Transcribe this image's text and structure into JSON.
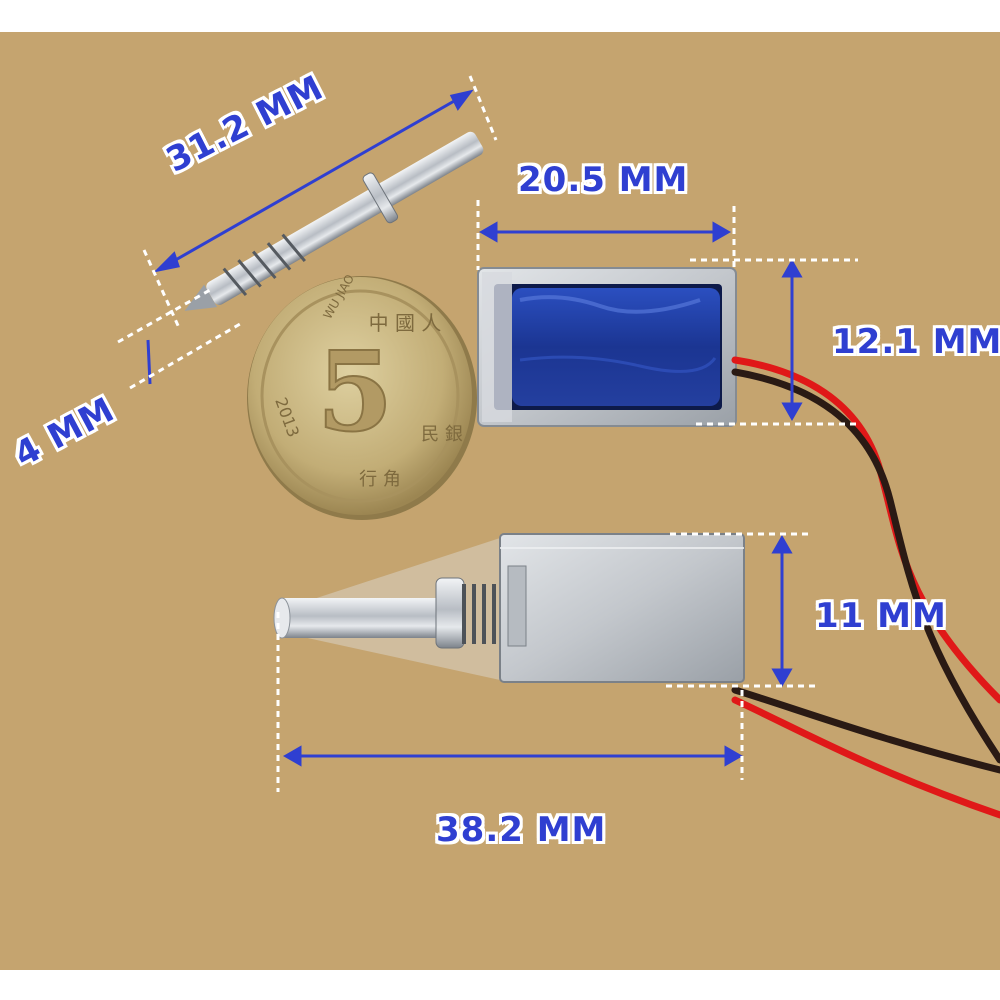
{
  "photo": {
    "colors": {
      "background_cardboard": "#c9a873",
      "coil_blue": "#1e3a9e",
      "steel": "#c8ccd2",
      "coin_gold": "#c9b27a",
      "wire_red": "#e01818",
      "wire_black": "#2a1a14",
      "annotation_blue": "#2f3fd1"
    },
    "coin": {
      "denomination": "5",
      "year": "2013",
      "chars_top": "中 國 人",
      "chars_right": "民 銀",
      "chars_bottom": "行 角",
      "pinyin": "WU JIAO"
    }
  },
  "dimensions": {
    "pin_length": "31.2 MM",
    "pin_diameter": "4 MM",
    "body_width": "20.5 MM",
    "body_height": "12.1 MM",
    "side_height": "11 MM",
    "total_length": "38.2 MM"
  }
}
